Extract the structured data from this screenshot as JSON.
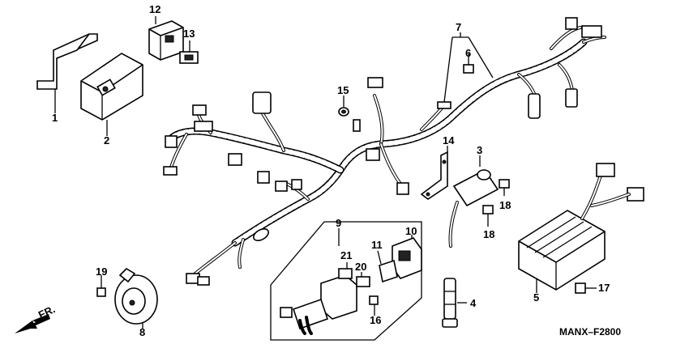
{
  "diagram": {
    "code": "MANX–F2800",
    "direction_label": "FR.",
    "callouts": [
      "1",
      "2",
      "3",
      "4",
      "5",
      "6",
      "7",
      "8",
      "9",
      "10",
      "11",
      "12",
      "13",
      "14",
      "15",
      "16",
      "17",
      "18",
      "18",
      "19",
      "20",
      "21"
    ],
    "parts": {
      "p1": "1",
      "p2": "2",
      "p3": "3",
      "p4": "4",
      "p5": "5",
      "p6": "6",
      "p7": "7",
      "p8": "8",
      "p9": "9",
      "p10": "10",
      "p11": "11",
      "p12": "12",
      "p13": "13",
      "p14": "14",
      "p15": "15",
      "p16": "16",
      "p17": "17",
      "p18a": "18",
      "p18b": "18",
      "p19": "19",
      "p20": "20",
      "p21": "21"
    }
  }
}
